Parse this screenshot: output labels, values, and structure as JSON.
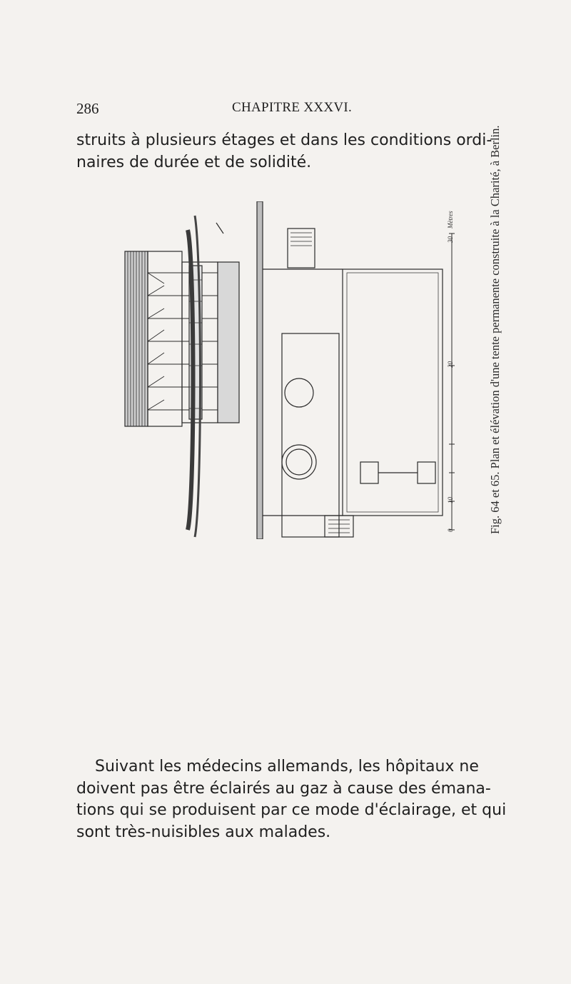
{
  "header": {
    "page_number": "286",
    "chapter": "CHAPITRE XXXVI."
  },
  "body_top": {
    "lines": [
      "struits à plusieurs étages et dans les conditions ordi-",
      "naires de durée et de solidité."
    ]
  },
  "figure": {
    "caption": "Fig. 64 et 65. Plan et élévation d'une tente permanente construite à la Charité, à Berlin.",
    "scale_labels": [
      "0",
      "10",
      "20",
      "30"
    ],
    "scale_unit": "Mètres"
  },
  "body_bottom": {
    "lines": [
      "Suivant les médecins allemands, les hôpitaux ne",
      "doivent pas être éclairés au gaz à cause des émana-",
      "tions qui se produisent par ce mode d'éclairage, et qui",
      "sont très-nuisibles aux malades."
    ]
  }
}
